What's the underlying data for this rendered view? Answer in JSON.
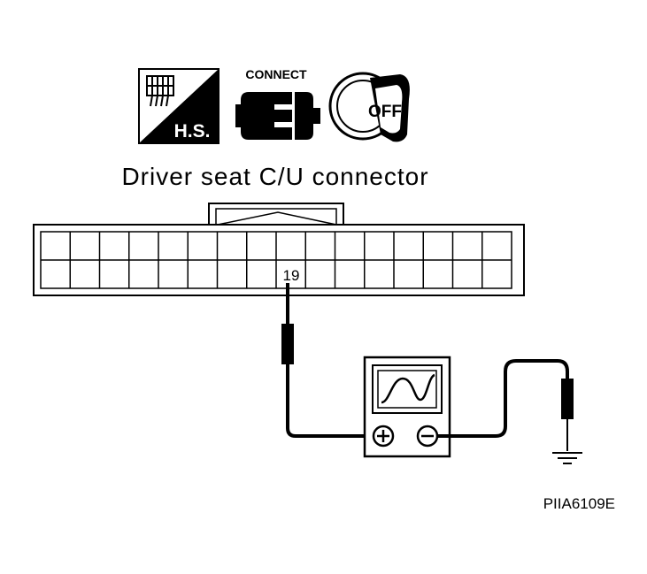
{
  "icons": {
    "harness_side_label": "H.S.",
    "connect_label": "CONNECT",
    "ignition_label": "OFF"
  },
  "connector": {
    "title": "Driver seat C/U connector",
    "pin_label": "19"
  },
  "figure_code": "PIIA6109E"
}
